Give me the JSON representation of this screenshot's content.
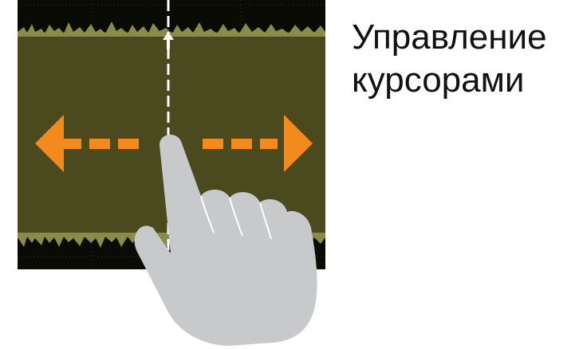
{
  "caption": {
    "line1": "Управление",
    "line2": "курсорами"
  },
  "colors": {
    "screen_background": "#0b0b06",
    "waveform_band": "#4b4a1f",
    "waveform_edge": "#8a8a4a",
    "grid": "#3a3a2a",
    "cursor_line": "#ffffff",
    "arrow": "#f28a1e",
    "hand": "#c8c9cb",
    "caption_text": "#111111"
  },
  "icons": {
    "cursor_handle": "up-arrow-marker",
    "drag_arrows": "left-right-arrows",
    "gesture": "pointing-hand"
  }
}
